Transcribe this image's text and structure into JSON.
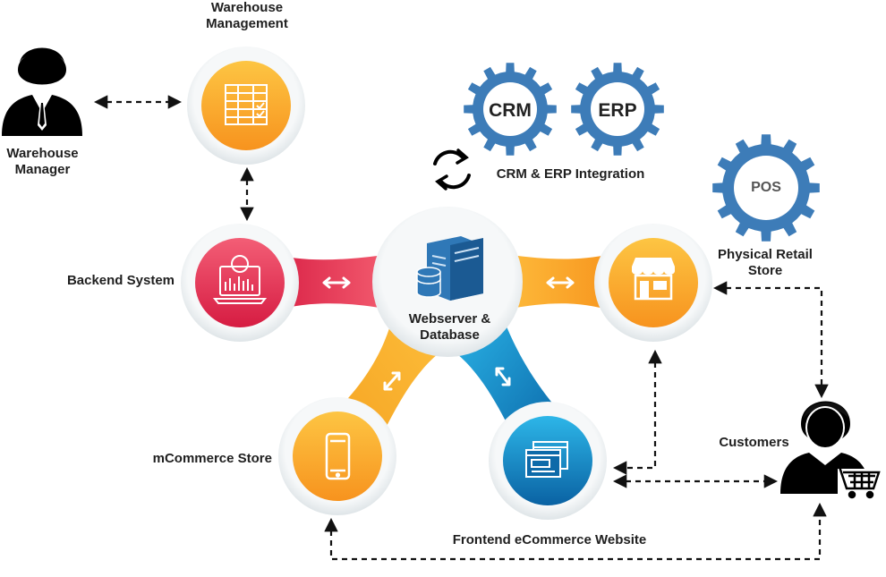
{
  "labels": {
    "warehouse_management": [
      "Warehouse",
      "Management"
    ],
    "warehouse_manager": [
      "Warehouse",
      "Manager"
    ],
    "backend_system": "Backend System",
    "webserver_database": [
      "Webserver &",
      "Database"
    ],
    "crm_erp_integration": "CRM & ERP Integration",
    "physical_retail_store": [
      "Physical Retail",
      "Store"
    ],
    "mcommerce_store": "mCommerce Store",
    "frontend_ecommerce_website": "Frontend eCommerce Website",
    "customers": "Customers"
  },
  "gears": {
    "crm": "CRM",
    "erp": "ERP",
    "pos": "POS"
  },
  "colors": {
    "orange_light": "#fdbd3a",
    "orange_dark": "#f7941d",
    "pink_light": "#f2566f",
    "pink_dark": "#d81f44",
    "blue_light": "#2ab3e6",
    "blue_dark": "#0b67a8",
    "gear_blue": "#3d7cb8",
    "server_blue": "#2f78b7",
    "ring_gray": "#eef2f3",
    "text": "#1f1f1f"
  }
}
